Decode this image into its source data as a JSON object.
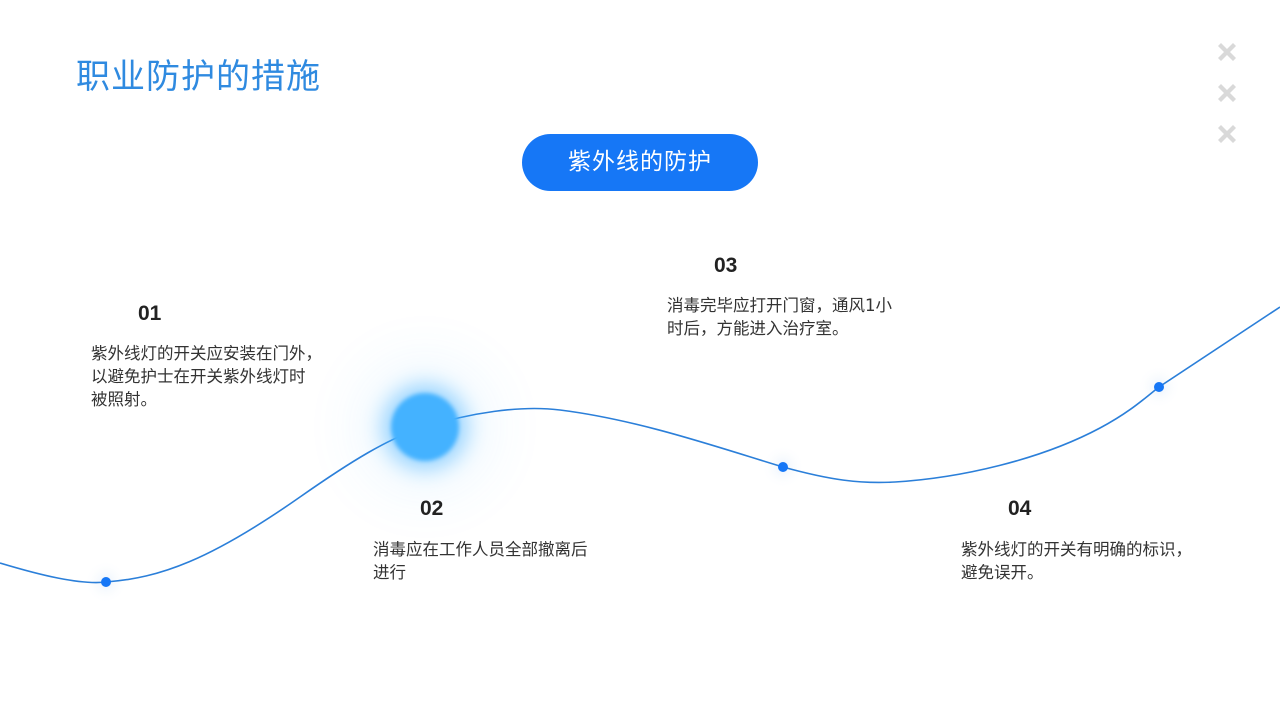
{
  "slide": {
    "title": "职业防护的措施",
    "section_label": "紫外线的防护",
    "accent_color": "#1677f6",
    "title_color": "#2f8ae0",
    "decoration": {
      "icon": "cross-icon",
      "count": 3,
      "color": "#d9d9d9"
    }
  },
  "timeline": {
    "line_color": "#2b7fd9",
    "dot_color": "#1677f6",
    "highlight_color": "#44b2ff",
    "steps": [
      {
        "number": "01",
        "text_lines": [
          "紫外线灯的开关应安装在门外，",
          "以避免护士在开关紫外线灯时",
          "被照射。"
        ]
      },
      {
        "number": "02",
        "text_lines": [
          "消毒应在工作人员全部撤离后",
          "进行"
        ]
      },
      {
        "number": "03",
        "text_lines": [
          "消毒完毕应打开门窗，通风1小",
          "时后，方能进入治疗室。"
        ]
      },
      {
        "number": "04",
        "text_lines": [
          "紫外线灯的开关有明确的标识，",
          "避免误开。"
        ]
      }
    ]
  }
}
